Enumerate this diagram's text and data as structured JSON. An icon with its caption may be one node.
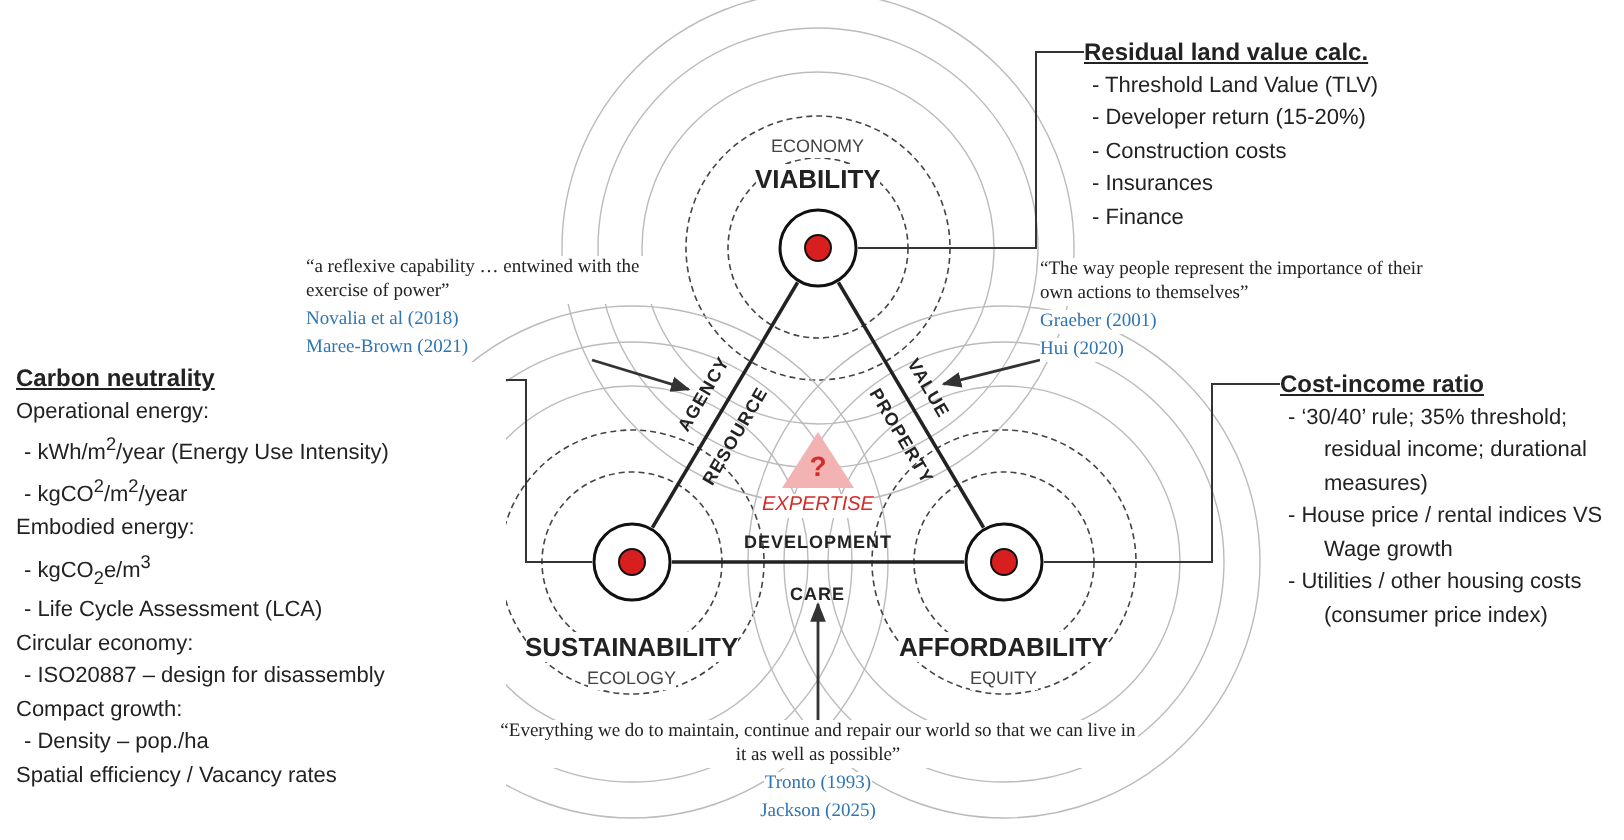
{
  "diagram": {
    "nodes": [
      {
        "text": [],
        "shape": "circle",
        "beside": [
          "ECONOMY",
          "VIABILITY"
        ]
      },
      {
        "text": [],
        "shape": "circle",
        "beside": [
          "SUSTAINABILITY",
          "ECOLOGY"
        ]
      },
      {
        "text": [],
        "shape": "circle",
        "beside": [
          "AFFORDABILITY",
          "EQUITY"
        ]
      },
      {
        "text": [
          "Residual land value calc.",
          "- Threshold Land Value (TLV)",
          "- Developer return (15-20%)",
          "- Construction costs",
          "- Insurances",
          "- Finance"
        ]
      },
      {
        "text": [
          "Carbon neutrality",
          "Operational energy:",
          "- kWh/m$^{2}$/year (Energy Use Intensity)",
          "- kgCO$^{2}$/m$^{2}$/year",
          "Embodied energy:",
          "- kgCO$_{2}$e/m$^{3}$",
          "- Life Cycle Assessment (LCA)",
          "Circular economy:",
          "- ISO20887 – design for disassembly",
          "Compact growth:",
          "- Density – pop./ha",
          "Spatial efficiency / Vacancy rates"
        ]
      },
      {
        "text": [
          "Cost-income ratio",
          "- ‘30/40’ rule; 35% threshold; residual income; durational measures)",
          "- House price / rental indices VS Wage growth",
          "- Utilities / other housing costs (consumer price index)"
        ]
      },
      {
        "text": [
          "“a reflexive capability … entwined with the exercise of power”",
          "Novalia et al (2018)",
          "Maree-Brown (2021)"
        ]
      },
      {
        "text": [
          "“The way people represent the importance of their own actions to themselves”",
          "Graeber (2001)",
          "Hui (2020)"
        ]
      },
      {
        "text": [
          "“Everything we do to maintain, continue and repair our world so that we can live in it as well as possible”",
          "Tronto (1993)",
          "Jackson (2025)"
        ]
      },
      {
        "text": [
          "?"
        ],
        "beside": [
          "EXPERTISE"
        ]
      },
      {
        "text": [
          "AGENCY"
        ]
      },
      {
        "text": [
          "VALUE"
        ]
      },
      {
        "text": [
          "CARE"
        ]
      }
    ],
    "edges": [
      {
        "from": 0,
        "to": 1,
        "arrow": "none"
      },
      {
        "from": 0,
        "to": 2,
        "arrow": "none"
      },
      {
        "from": 1,
        "to": 2,
        "arrow": "none"
      },
      {
        "from": 3,
        "to": 0,
        "arrow": "none"
      },
      {
        "from": 4,
        "to": 1,
        "arrow": "none"
      },
      {
        "from": 5,
        "to": 2,
        "arrow": "none"
      },
      {
        "from": 6,
        "to": 10,
        "arrow": "to"
      },
      {
        "from": 7,
        "to": 11,
        "arrow": "to"
      },
      {
        "from": 8,
        "to": 12,
        "arrow": "to"
      }
    ],
    "labels": [
      "RESOURCE",
      "PROPERTY",
      "DEVELOPMENT"
    ]
  }
}
